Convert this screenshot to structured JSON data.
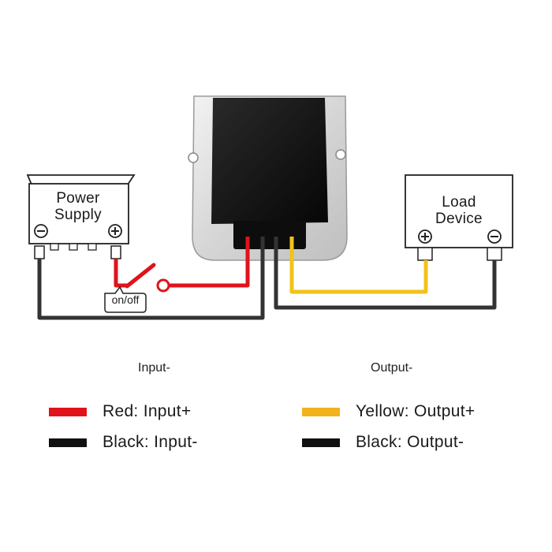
{
  "power_supply": {
    "label_line1": "Power",
    "label_line2": "Supply"
  },
  "load_device": {
    "label_line1": "Load",
    "label_line2": "Device"
  },
  "switch": {
    "label": "on/off"
  },
  "input_title": "Input-",
  "output_title": "Output-",
  "legend": [
    {
      "text": "Red: Input+",
      "color": "#e0131b"
    },
    {
      "text": "Black: Input-",
      "color": "#111111"
    },
    {
      "text": "Yellow: Output+",
      "color": "#f2b21c"
    },
    {
      "text": "Black: Output-",
      "color": "#111111"
    }
  ],
  "colors": {
    "red_wire": "#e0131b",
    "black_wire": "#333333",
    "yellow_wire": "#f2c21c",
    "converter_body": "#1a1a1a",
    "converter_case": "#d9d9d9"
  }
}
